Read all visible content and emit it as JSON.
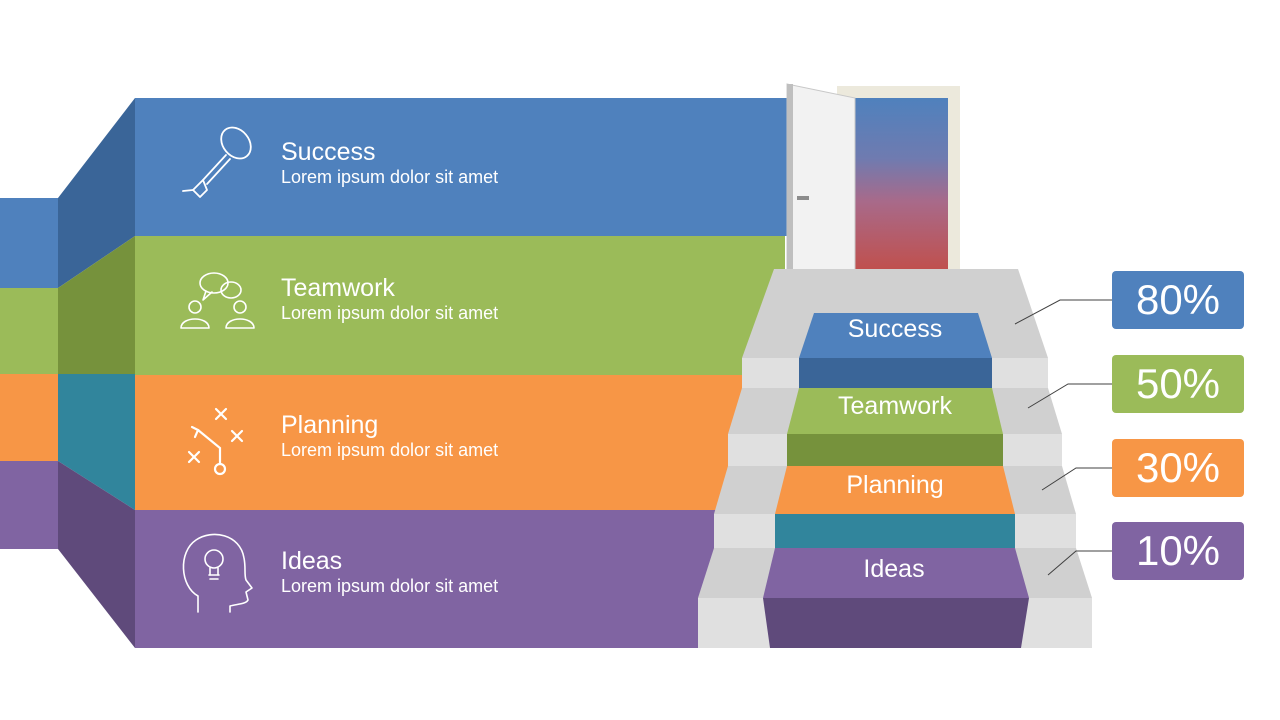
{
  "colors": {
    "success": "#4f81bd",
    "teamwork": "#9bbb59",
    "planning": "#f79646",
    "ideas": "#8064a2",
    "teal": "#31859c",
    "stair_gray": "#d0d0d0",
    "door_frame": "#ece9dc"
  },
  "bands": [
    {
      "title": "Success",
      "desc": "Lorem ipsum dolor sit amet",
      "icon": "key-icon"
    },
    {
      "title": "Teamwork",
      "desc": "Lorem ipsum dolor sit amet",
      "icon": "people-chat-icon"
    },
    {
      "title": "Planning",
      "desc": "Lorem ipsum dolor sit amet",
      "icon": "strategy-play-icon"
    },
    {
      "title": "Ideas",
      "desc": "Lorem ipsum dolor sit amet",
      "icon": "head-lightbulb-icon"
    }
  ],
  "steps": [
    {
      "label": "Success",
      "percent": "80%"
    },
    {
      "label": "Teamwork",
      "percent": "50%"
    },
    {
      "label": "Planning",
      "percent": "30%"
    },
    {
      "label": "Ideas",
      "percent": "10%"
    }
  ]
}
